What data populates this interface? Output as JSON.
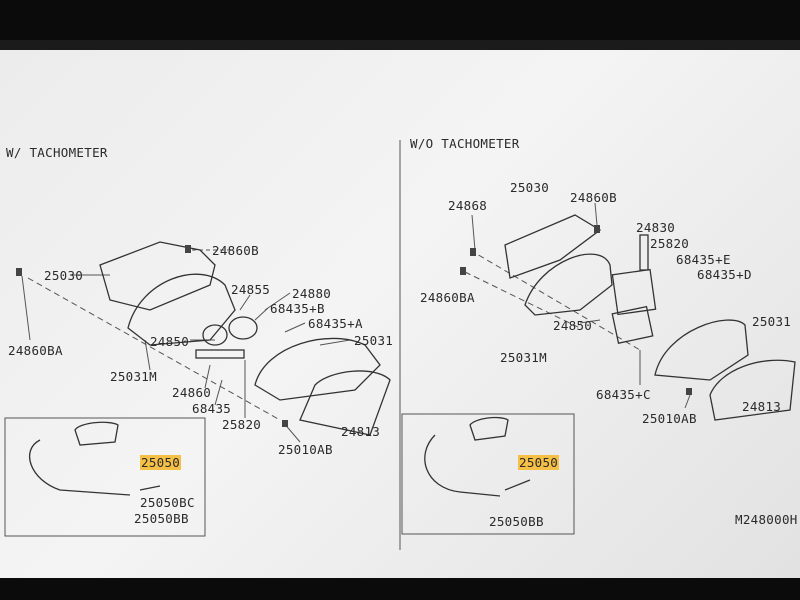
{
  "sections": {
    "with_tach": {
      "title": "W/ TACHOMETER",
      "callouts": {
        "c24860b": "24860B",
        "c25030": "25030",
        "c24860ba": "24860BA",
        "c24855": "24855",
        "c24880": "24880",
        "c68435b": "68435+B",
        "c68435a": "68435+A",
        "c24850": "24850",
        "c25031": "25031",
        "c25031m": "25031M",
        "c24860": "24860",
        "c68435": "68435",
        "c25820": "25820",
        "c24813": "24813",
        "c25010ab": "25010AB",
        "c25050": "25050",
        "c25050bc": "25050BC",
        "c25050bb": "25050BB"
      }
    },
    "without_tach": {
      "title": "W/O TACHOMETER",
      "callouts": {
        "c25030": "25030",
        "c24868": "24868",
        "c24860b": "24860B",
        "c24830": "24830",
        "c25820": "25820",
        "c68435e": "68435+E",
        "c68435d": "68435+D",
        "c24860ba": "24860BA",
        "c24850": "24850",
        "c25031": "25031",
        "c25031m": "25031M",
        "c68435c": "68435+C",
        "c25010ab": "25010AB",
        "c24813": "24813",
        "c25050": "25050",
        "c25050bb": "25050BB"
      }
    }
  },
  "diagram_id": "M248000H",
  "colors": {
    "highlight": "#f6c046",
    "ink": "#2a2a2a",
    "paper": "#efefef"
  }
}
